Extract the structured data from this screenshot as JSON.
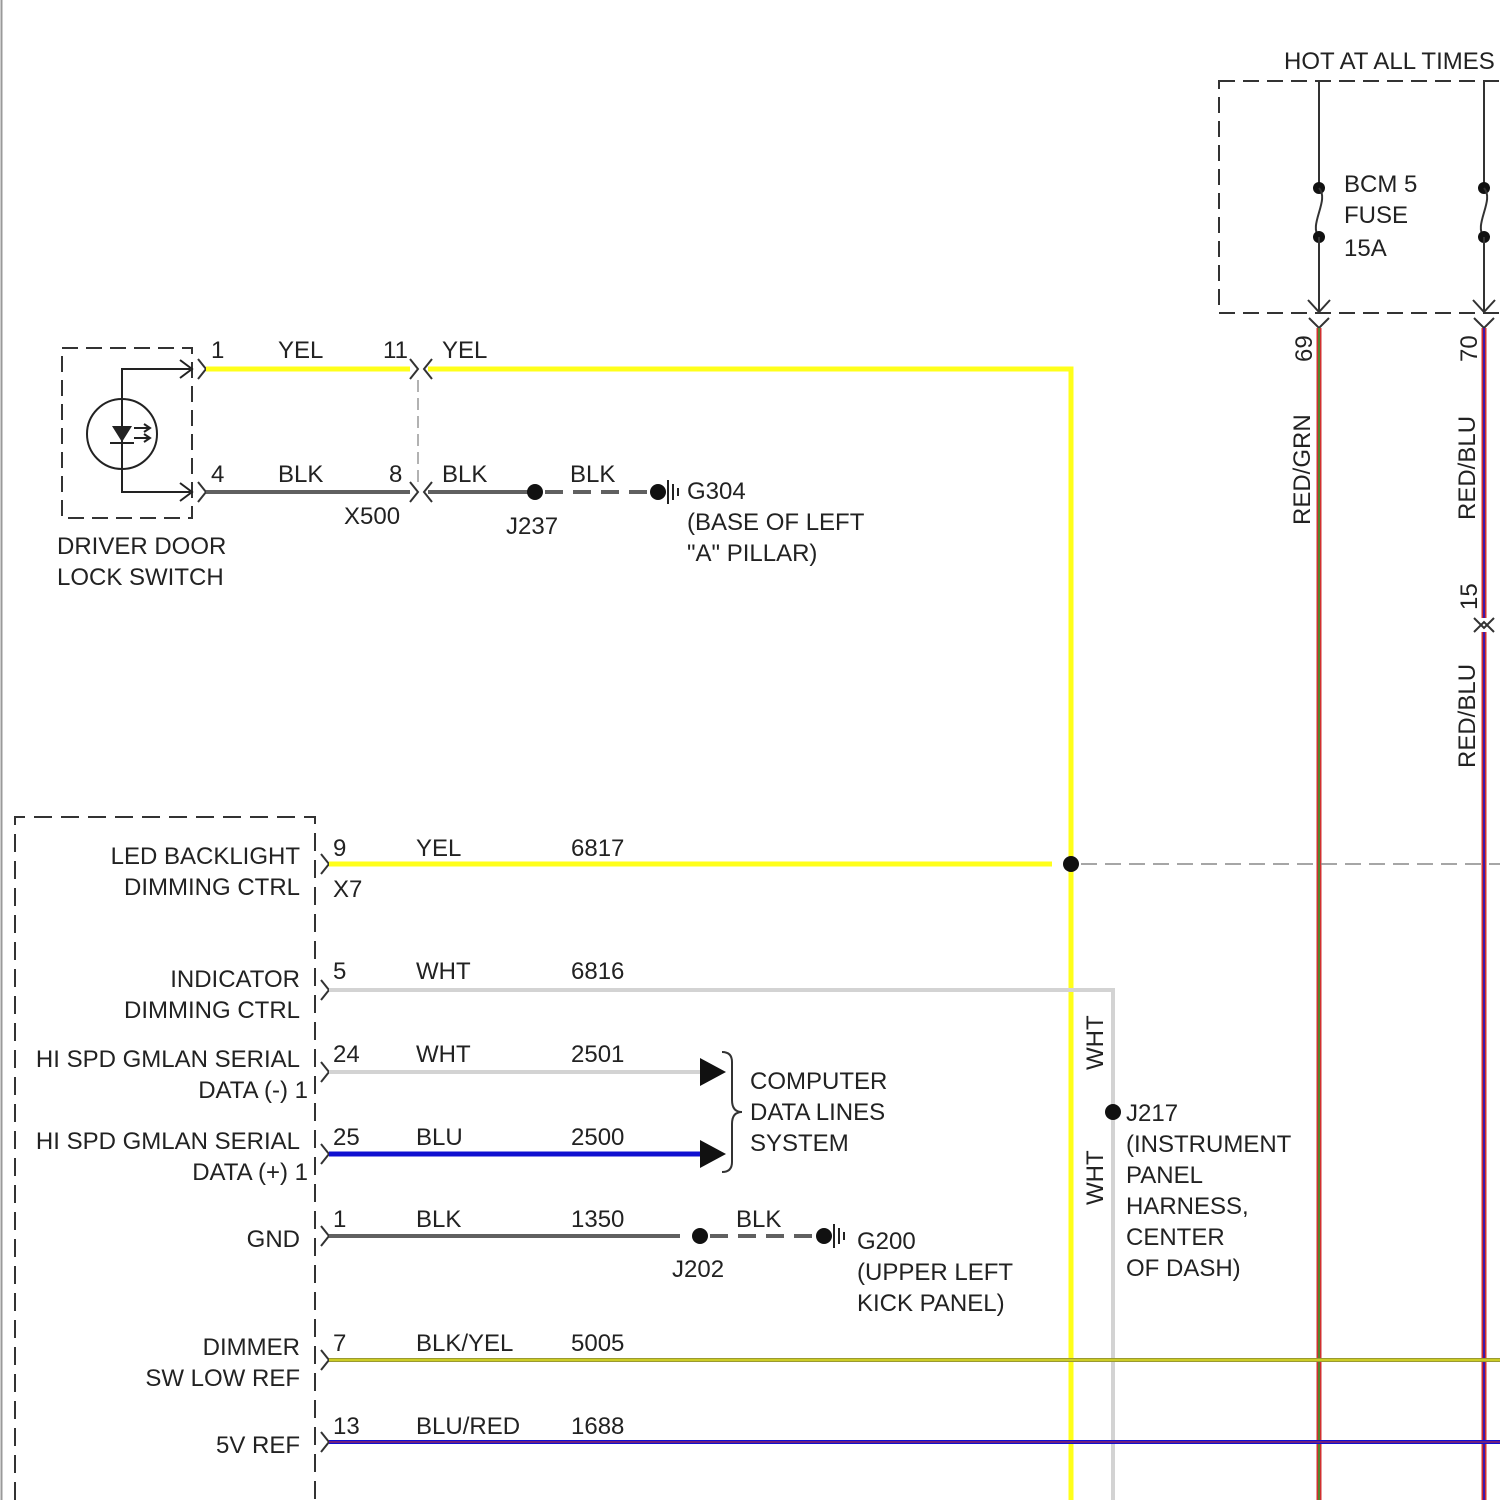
{
  "colors": {
    "yel": "#ffff1a",
    "blk": "#606060",
    "wht": "#d3d3d3",
    "blu": "#1010d0",
    "red": "#d03030",
    "grn": "#2aa02a",
    "olive": "#9a9a30",
    "outline": "#333333"
  },
  "header": {
    "hot_at_all_times": "HOT AT ALL TIMES"
  },
  "fuse": {
    "name": "BCM 5",
    "type": "FUSE",
    "rating": "15A"
  },
  "right_wires": {
    "pin69": "69",
    "pin70": "70",
    "wire69_color": "RED/GRN",
    "wire70_color": "RED/BLU",
    "pin15": "15",
    "wire70b_color": "RED/BLU"
  },
  "switch": {
    "line1": "DRIVER DOOR",
    "line2": "LOCK SWITCH",
    "pin1": "1",
    "pin4": "4",
    "wire1_color": "YEL",
    "wire4_color": "BLK"
  },
  "x500": {
    "name": "X500",
    "pin11": "11",
    "pin8": "8",
    "wire11_color": "YEL",
    "wire8_color": "BLK"
  },
  "ground_g304": {
    "splice": "J237",
    "wire_color": "BLK",
    "name": "G304",
    "loc1": "(BASE OF LEFT",
    "loc2": "\"A\" PILLAR)"
  },
  "module": {
    "connector": "X7",
    "pins": [
      {
        "label1": "LED BACKLIGHT",
        "label2": "DIMMING CTRL",
        "pin": "9",
        "color": "YEL",
        "circuit": "6817"
      },
      {
        "label1": "INDICATOR",
        "label2": "DIMMING CTRL",
        "pin": "5",
        "color": "WHT",
        "circuit": "6816"
      },
      {
        "label1": "HI SPD GMLAN SERIAL",
        "label2": "DATA (-) 1",
        "pin": "24",
        "color": "WHT",
        "circuit": "2501"
      },
      {
        "label1": "HI SPD GMLAN SERIAL",
        "label2": "DATA (+) 1",
        "pin": "25",
        "color": "BLU",
        "circuit": "2500"
      },
      {
        "label1": "GND",
        "label2": "",
        "pin": "1",
        "color": "BLK",
        "circuit": "1350"
      },
      {
        "label1": "DIMMER",
        "label2": "SW LOW REF",
        "pin": "7",
        "color": "BLK/YEL",
        "circuit": "5005"
      },
      {
        "label1": "5V REF",
        "label2": "",
        "pin": "13",
        "color": "BLU/RED",
        "circuit": "1688"
      }
    ]
  },
  "data_lines": {
    "line1": "COMPUTER",
    "line2": "DATA LINES",
    "line3": "SYSTEM"
  },
  "ground_g200": {
    "splice": "J202",
    "wire_color": "BLK",
    "name": "G200",
    "loc1": "(UPPER LEFT",
    "loc2": "KICK PANEL)"
  },
  "splice_j217": {
    "name": "J217",
    "loc1": "(INSTRUMENT",
    "loc2": "PANEL",
    "loc3": "HARNESS,",
    "loc4": "CENTER",
    "loc5": "OF DASH)",
    "wire_top": "WHT",
    "wire_bottom": "WHT"
  }
}
